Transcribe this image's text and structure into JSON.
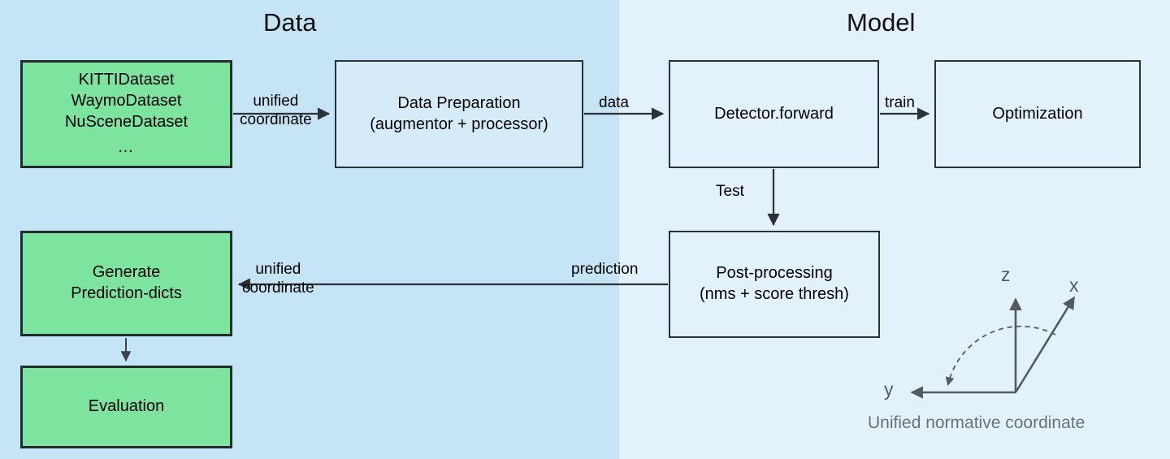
{
  "diagram": {
    "title_data": "Data",
    "title_model": "Model",
    "panel_data_color": "#c5e5f7",
    "panel_model_color": "#e3f1fa",
    "node_green_color": "#7ce49e",
    "node_border_color": "#232b2b",
    "axis_color": "#555c60",
    "caption_color": "#6a7276"
  },
  "nodes": {
    "datasets": {
      "line1": "KITTIDataset",
      "line2": "WaymoDataset",
      "line3": "NuSceneDataset",
      "line4": "…"
    },
    "data_preparation": {
      "line1": "Data Preparation",
      "line2": "(augmentor + processor)"
    },
    "detector": {
      "line1": "Detector.forward"
    },
    "optimization": {
      "line1": "Optimization"
    },
    "post_processing": {
      "line1": "Post-processing",
      "line2": "(nms + score thresh)"
    },
    "generate": {
      "line1": "Generate",
      "line2": "Prediction-dicts"
    },
    "evaluation": {
      "line1": "Evaluation"
    }
  },
  "edges": {
    "datasets_to_dataprep": {
      "line1": "unified",
      "line2": "coordinate"
    },
    "dataprep_to_detector": {
      "line1": "data"
    },
    "detector_to_optimization": {
      "line1": "train"
    },
    "detector_to_postproc": {
      "line1": "Test"
    },
    "postproc_to_generate_right": {
      "line1": "prediction"
    },
    "postproc_to_generate_left": {
      "line1": "unified",
      "line2": "coordinate"
    }
  },
  "coordinate_system": {
    "axis_z": "z",
    "axis_x": "x",
    "axis_y": "y",
    "caption": "Unified normative coordinate"
  }
}
